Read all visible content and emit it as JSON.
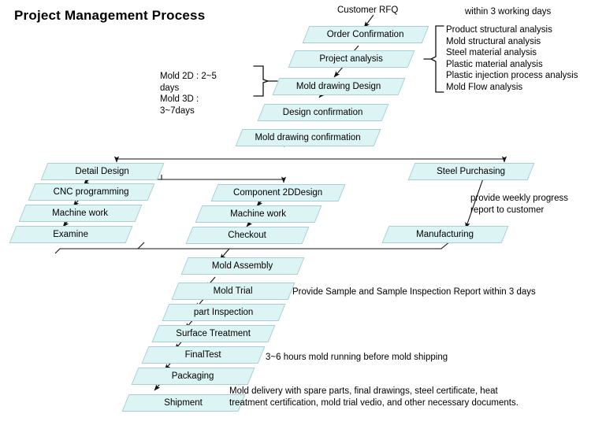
{
  "title": "Project Management Process",
  "nodes": {
    "order_confirmation": "Order Confirmation",
    "project_analysis": "Project analysis",
    "mold_drawing_design": "Mold drawing Design",
    "design_confirmation": "Design confirmation",
    "mold_drawing_confirmation": "Mold drawing confirmation",
    "detail_design": "Detail Design",
    "cnc_programming": "CNC programming",
    "machine_work_left": "Machine work",
    "examine": "Examine",
    "component_2d_design": "Component 2DDesign",
    "machine_work_mid": "Machine work",
    "checkout": "Checkout",
    "steel_purchasing": "Steel Purchasing",
    "manufacturing": "Manufacturing",
    "mold_assembly": "Mold Assembly",
    "mold_trial": "Mold Trial",
    "part_inspection": "part Inspection",
    "surface_treatment": "Surface Treatment",
    "final_test": "FinalTest",
    "packaging": "Packaging",
    "shipment": "Shipment"
  },
  "annotations": {
    "customer_rfq": "Customer RFQ",
    "within_3_days": "within 3 working days",
    "mold_duration": "Mold 2D : 2~5\ndays\nMold 3D :\n3~7days",
    "analysis_list": "Product structural analysis\nMold structural analysis\nSteel material analysis\nPlastic material analysis\nPlastic injection process analysis\nMold Flow analysis",
    "weekly_report": "provide weekly progress\nreport to customer",
    "sample_report": "Provide Sample and Sample Inspection Report within 3 days",
    "mold_running": "3~6 hours mold running before mold shipping",
    "delivery_note": "Mold delivery with spare parts, final drawings, steel certificate, heat treatment certification, mold trial vedio,  and other necessary documents."
  },
  "colors": {
    "node_fill": "#ddf4f4",
    "node_border": "#a9cfd4",
    "connector": "#1a1a1a",
    "text": "#000000"
  }
}
